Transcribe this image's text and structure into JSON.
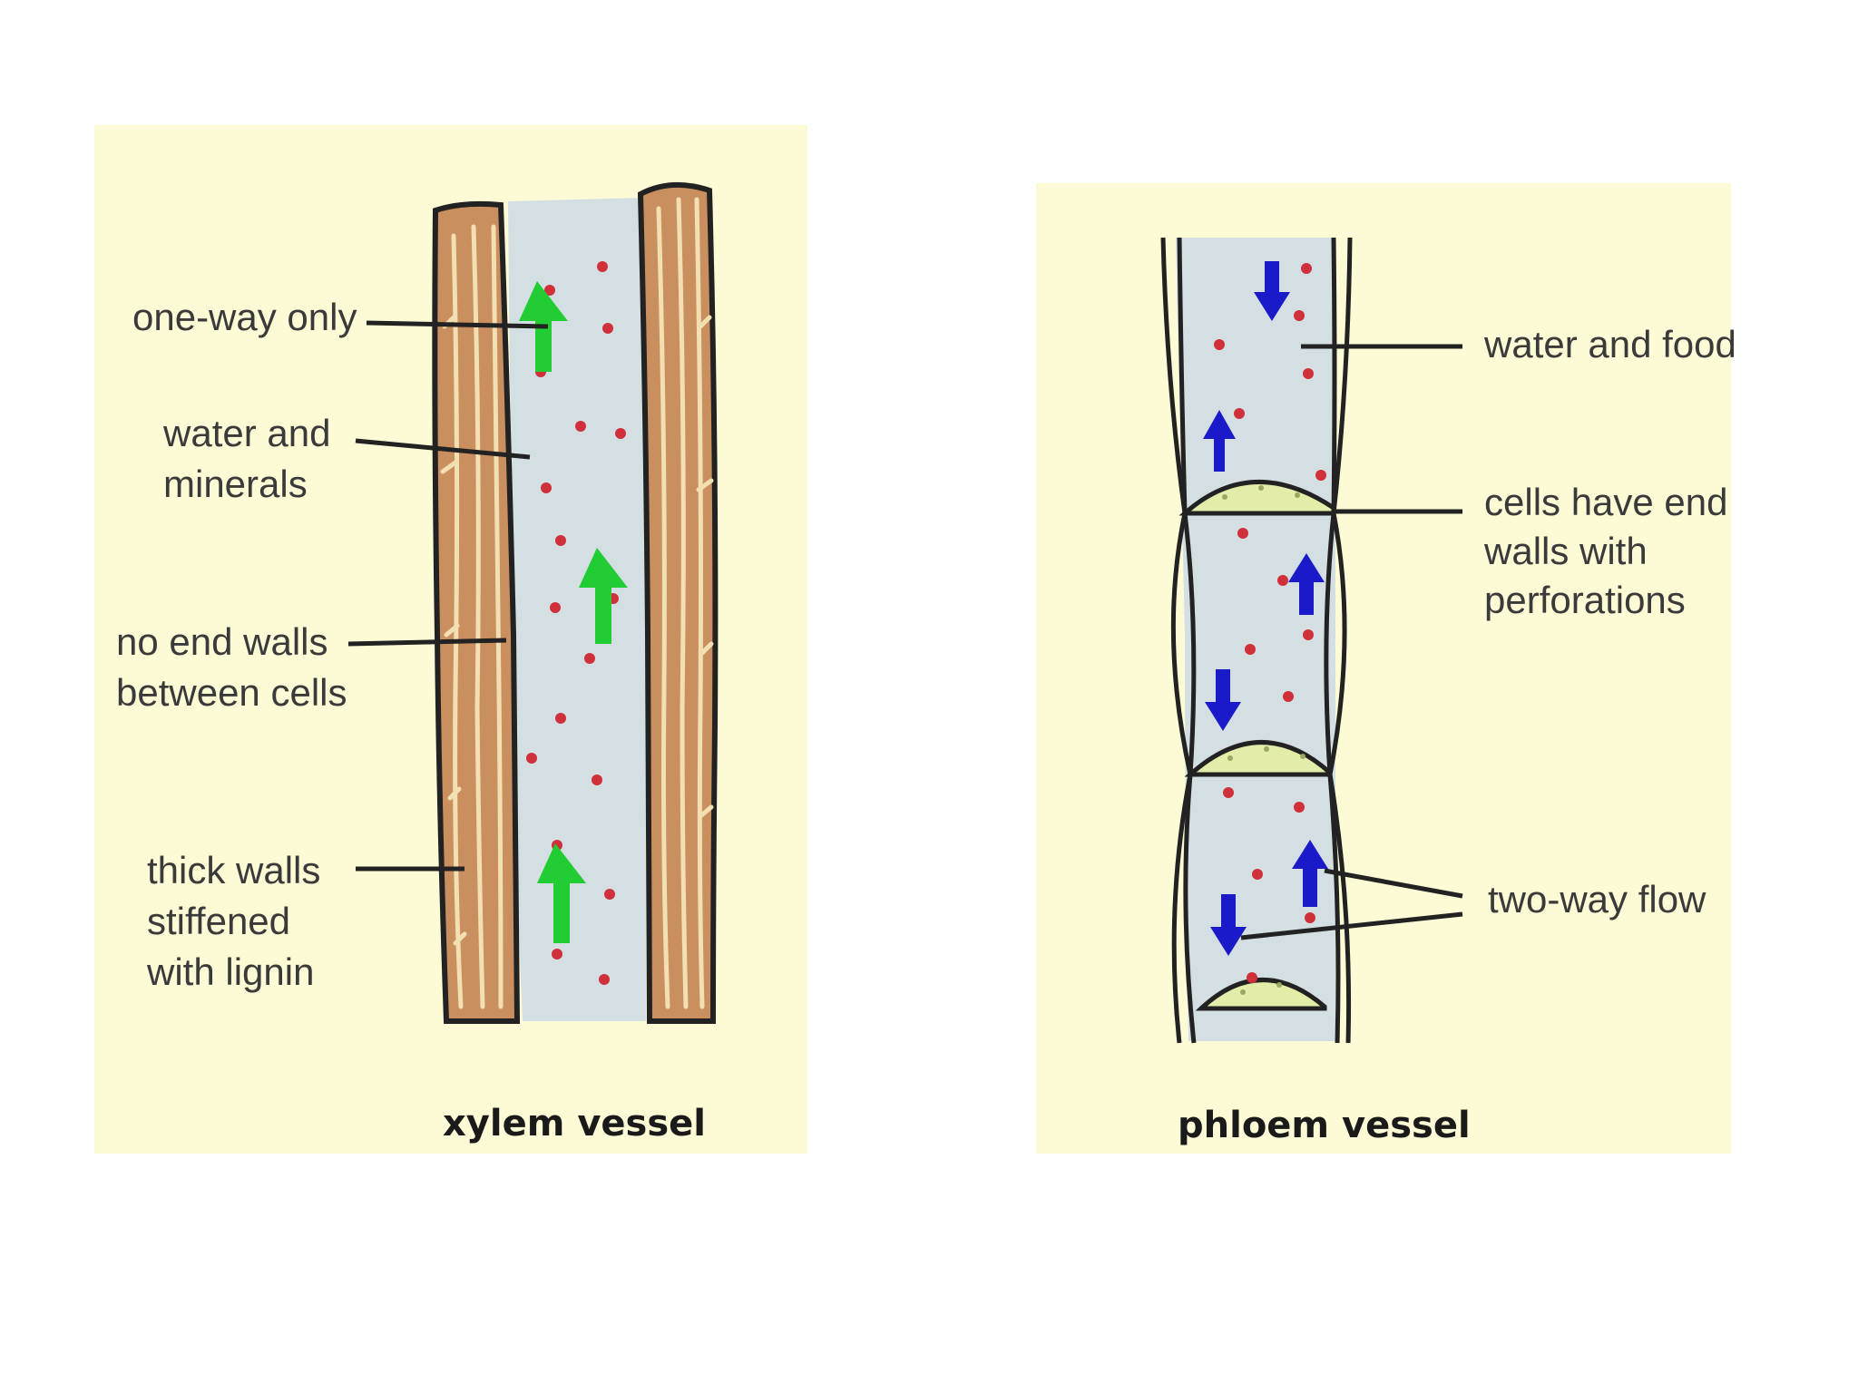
{
  "colors": {
    "panel_background": "#fdfad6",
    "vessel_fluid": "#d3dfe3",
    "xylem_wall": "#c98f5f",
    "lignin_streak": "#f3e0b2",
    "plate": "#e3eca8",
    "particle": "#d0303a",
    "xylem_arrow": "#22cc33",
    "phloem_arrow": "#1a1ac8",
    "outline": "#222222"
  },
  "xylem": {
    "labels": {
      "one_way": "one-way only",
      "water_minerals": [
        "water and",
        "minerals"
      ],
      "no_end_walls": [
        "no end walls",
        "between cells"
      ],
      "thick_walls": [
        "thick walls",
        "stiffened",
        "with lignin"
      ]
    },
    "caption": "xylem vessel",
    "flow_arrows": [
      {
        "direction": "up"
      },
      {
        "direction": "up"
      },
      {
        "direction": "up"
      }
    ]
  },
  "phloem": {
    "labels": {
      "water_food": "water and food",
      "end_walls": [
        "cells have end",
        "walls with",
        "perforations"
      ],
      "two_way": "two-way flow"
    },
    "caption": "phloem vessel",
    "flow_arrows": [
      {
        "direction": "down"
      },
      {
        "direction": "up"
      },
      {
        "direction": "up"
      },
      {
        "direction": "down"
      },
      {
        "direction": "up"
      },
      {
        "direction": "down"
      }
    ]
  }
}
